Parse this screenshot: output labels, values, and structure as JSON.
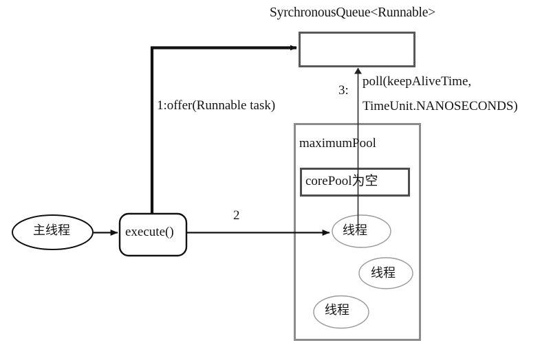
{
  "diagram": {
    "type": "flow-diagram",
    "title": "Java ThreadPoolExecutor SynchronousQueue workflow",
    "nodes": {
      "queue": {
        "label": "SyrchronousQueue<Runnable>",
        "shape": "rectangle",
        "border_color": "#595959",
        "fill": "#ffffff"
      },
      "main_thread": {
        "label": "主线程",
        "shape": "ellipse",
        "border_color": "#111111",
        "fill": "#ffffff"
      },
      "execute": {
        "label": "execute()",
        "shape": "rounded-rectangle",
        "border_color": "#111111",
        "fill": "#ffffff"
      },
      "maximum_pool": {
        "label": "maximumPool",
        "shape": "rectangle",
        "border_color": "#8c8c8c",
        "fill": "#ffffff"
      },
      "core_pool": {
        "label": "corePool为空",
        "shape": "rectangle",
        "border_color": "#4d4d4d",
        "fill": "#ffffff"
      },
      "thread_1": {
        "label": "线程",
        "shape": "ellipse",
        "border_color": "#9a9a9a"
      },
      "thread_2": {
        "label": "线程",
        "shape": "ellipse",
        "border_color": "#9a9a9a"
      },
      "thread_3": {
        "label": "线程",
        "shape": "ellipse",
        "border_color": "#9a9a9a"
      }
    },
    "edges": {
      "offer": {
        "label": "1:offer(Runnable task)",
        "from": "execute",
        "to": "queue",
        "style": "thick-elbow-arrow",
        "color": "#111111"
      },
      "dispatch": {
        "label": "2",
        "from": "execute",
        "to": "thread_1",
        "style": "straight-arrow",
        "color": "#111111"
      },
      "poll": {
        "label_number": "3:",
        "label_line1": "poll(keepAliveTime,",
        "label_line2": "TimeUnit.NANOSECONDS)",
        "from": "thread_1",
        "to": "queue",
        "style": "thin-straight-arrow",
        "color": "#333333"
      },
      "submit": {
        "label": "",
        "from": "main_thread",
        "to": "execute",
        "style": "straight-arrow",
        "color": "#111111"
      }
    }
  }
}
